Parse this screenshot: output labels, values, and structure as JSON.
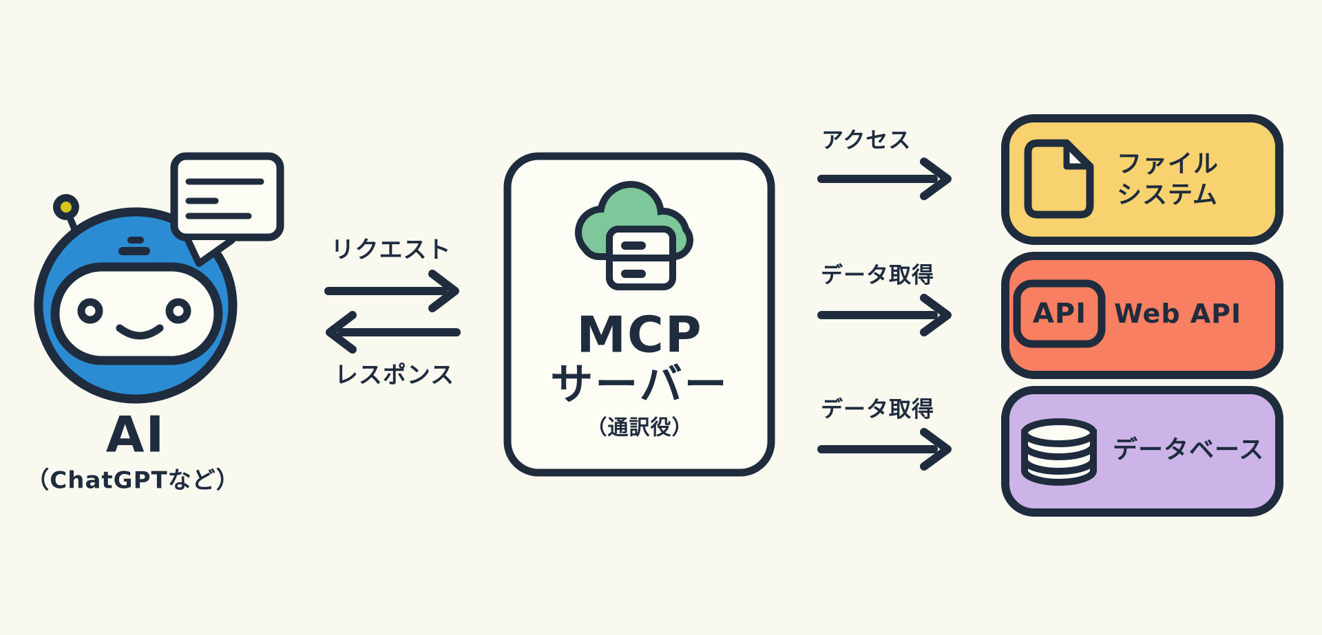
{
  "colors": {
    "background": "#faf9f0",
    "ink_navy": "#1f2c3e",
    "robot_blue": "#2b8cd3",
    "antenna_yellow": "#d4c41d",
    "cloud_green": "#7ec79a",
    "panel_white": "#fdfcf5",
    "file_box_yellow": "#f8d26e",
    "api_box_orange": "#f87f61",
    "db_box_purple": "#ccb4e8"
  },
  "ai": {
    "label": "AI",
    "sublabel": "（ChatGPTなど）"
  },
  "exchange": {
    "request_label": "リクエスト",
    "response_label": "レスポンス"
  },
  "mcp": {
    "name_line1": "MCP",
    "name_line2": "サーバー",
    "role": "（通訳役）"
  },
  "connections": [
    {
      "label": "アクセス"
    },
    {
      "label": "データ取得"
    },
    {
      "label": "データ取得"
    }
  ],
  "resources": [
    {
      "title_line1": "ファイル",
      "title_line2": "システム",
      "color": "#f8d26e",
      "icon": "document-icon"
    },
    {
      "title": "Web API",
      "badge": "API",
      "color": "#f87f61",
      "icon": "api-badge-icon"
    },
    {
      "title": "データベース",
      "color": "#ccb4e8",
      "icon": "database-icon"
    }
  ]
}
